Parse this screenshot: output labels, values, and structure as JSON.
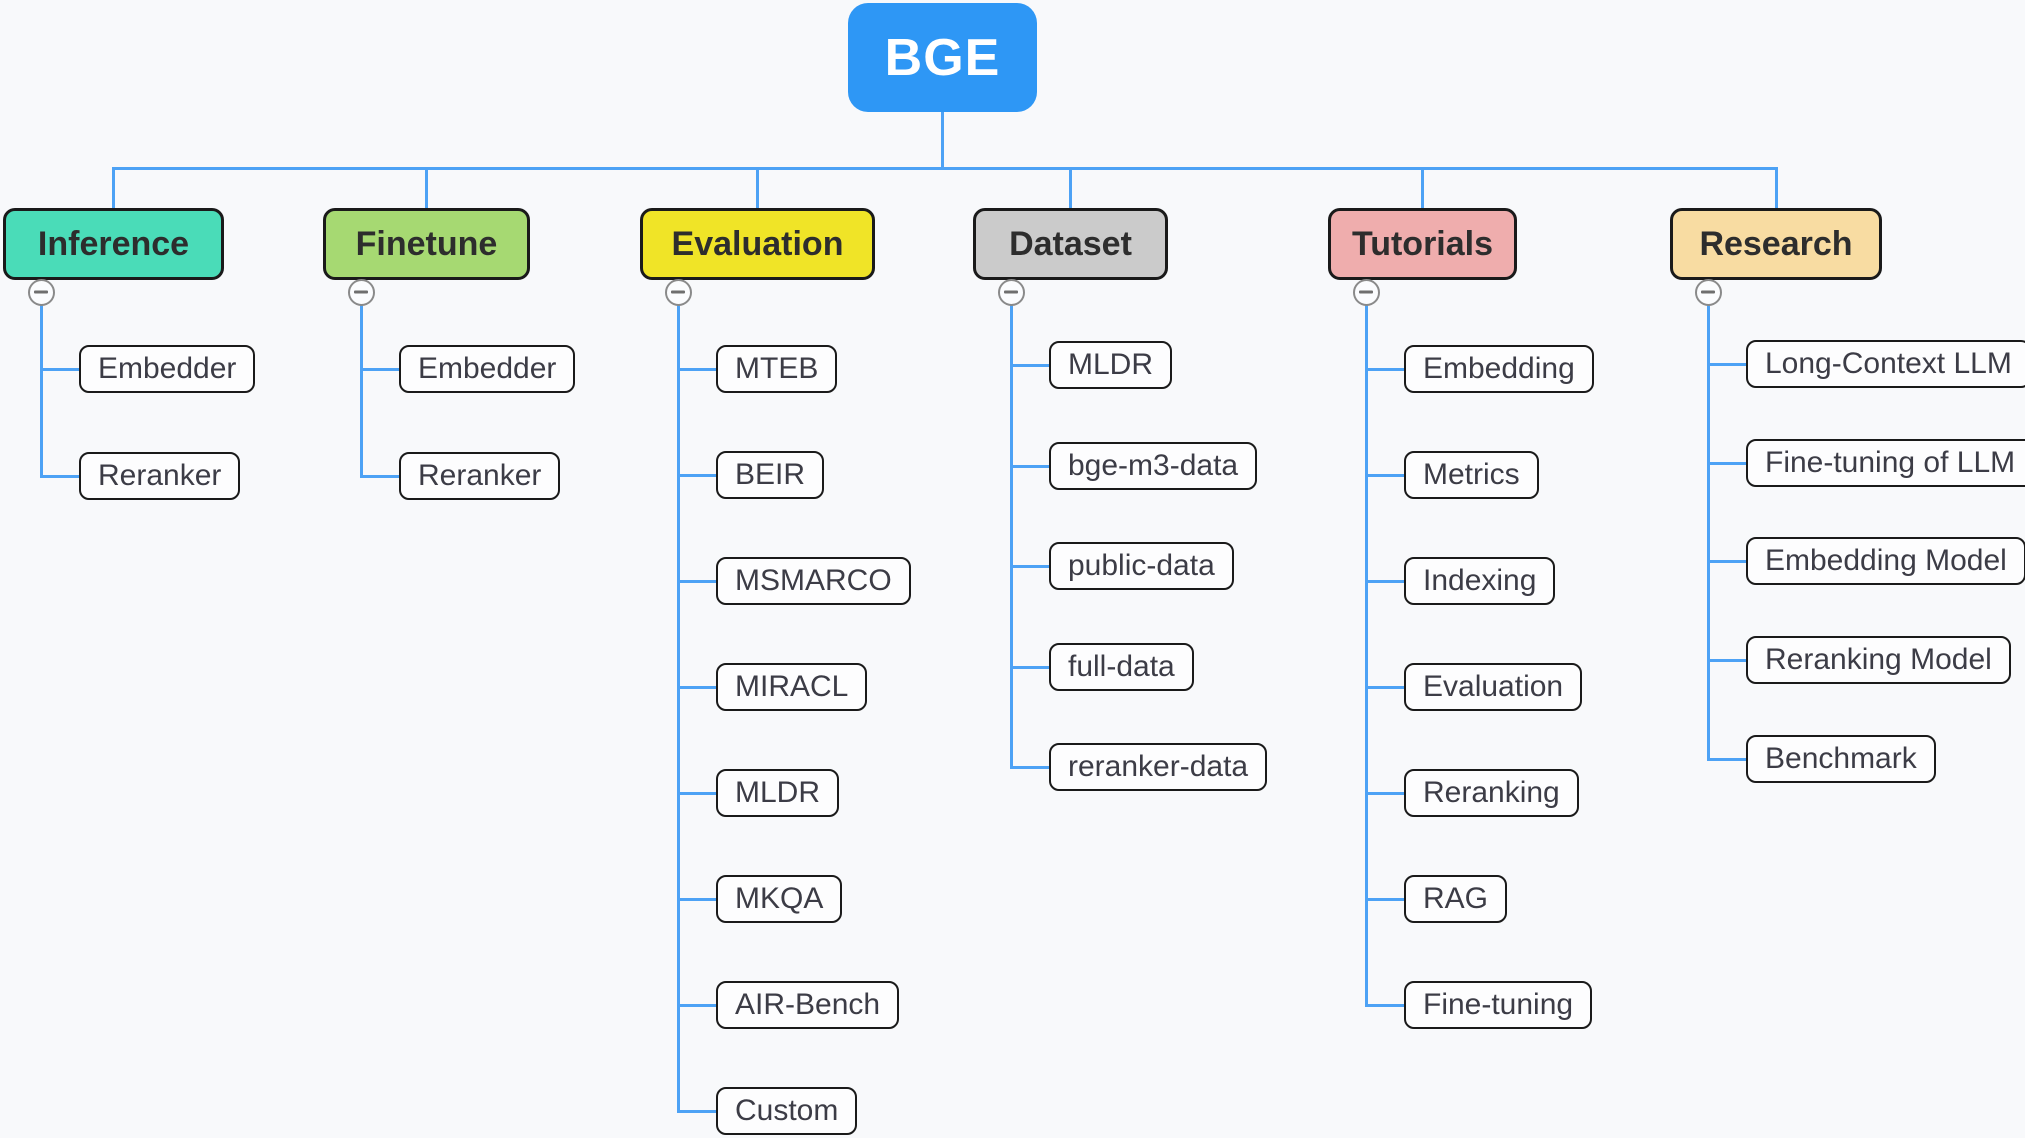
{
  "root": {
    "label": "BGE",
    "bg": "#2e97f5",
    "text_color": "#ffffff"
  },
  "connector_color": "#4da2f5",
  "background_color": "#f8f9fb",
  "node_border_color": "#1a1a1a",
  "collapse_icon": {
    "shape": "minus-in-circle",
    "glyph": "−"
  },
  "branches": [
    {
      "label": "Inference",
      "color": "#4adcb8",
      "children": [
        "Embedder",
        "Reranker"
      ]
    },
    {
      "label": "Finetune",
      "color": "#a6d972",
      "children": [
        "Embedder",
        "Reranker"
      ]
    },
    {
      "label": "Evaluation",
      "color": "#f0e427",
      "children": [
        "MTEB",
        "BEIR",
        "MSMARCO",
        "MIRACL",
        "MLDR",
        "MKQA",
        "AIR-Bench",
        "Custom"
      ]
    },
    {
      "label": "Dataset",
      "color": "#cbcbcb",
      "children": [
        "MLDR",
        "bge-m3-data",
        "public-data",
        "full-data",
        "reranker-data"
      ]
    },
    {
      "label": "Tutorials",
      "color": "#efadad",
      "children": [
        "Embedding",
        "Metrics",
        "Indexing",
        "Evaluation",
        "Reranking",
        "RAG",
        "Fine-tuning"
      ]
    },
    {
      "label": "Research",
      "color": "#f8dca2",
      "children": [
        "Long-Context LLM",
        "Fine-tuning of LLM",
        "Embedding Model",
        "Reranking Model",
        "Benchmark"
      ]
    }
  ]
}
